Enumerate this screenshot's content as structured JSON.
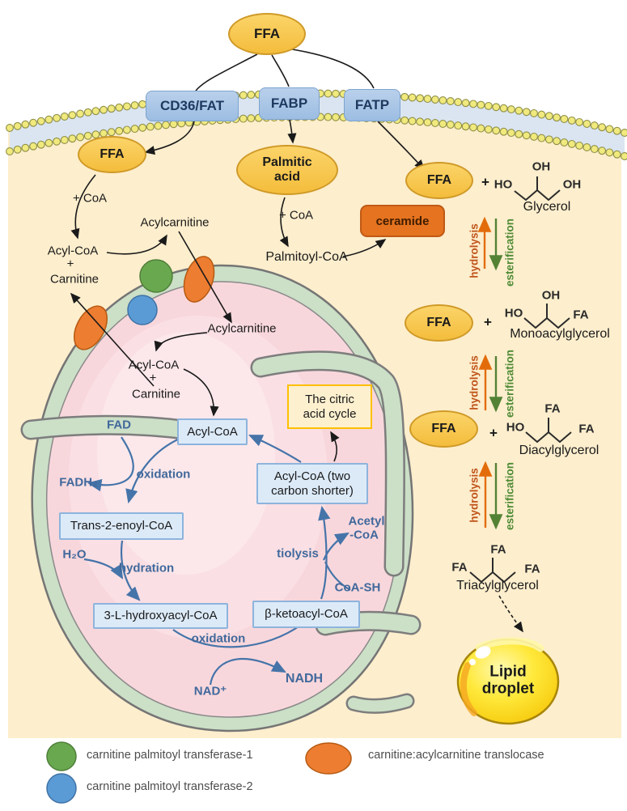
{
  "colors": {
    "background": "#fdeecd",
    "membrane_head": "#f0e97e",
    "membrane_tail": "#dbe5f1",
    "ffa_fill": "#f8c84e",
    "transporter_fill": "#a9c6e8",
    "ceramide_fill": "#e5731f",
    "mito_outer": "#ccdfc7",
    "mito_inner": "#f8d7dc",
    "pathway_blue": "#41699c",
    "hydrolysis_orange": "#c0531a",
    "esterification_green": "#4e8a35",
    "cpt1_green": "#6aa84f",
    "cpt2_blue": "#5b9bd5",
    "translocase_orange": "#ed7d31",
    "droplet_yellow": "#ffe100"
  },
  "extracellular": {
    "ffa": "FFA"
  },
  "transporters": {
    "cd36": "CD36/FAT",
    "fabp": "FABP",
    "fatp": "FATP"
  },
  "left_pathway": {
    "ffa": "FFA",
    "plus_coa": "+ CoA",
    "acylcarnitine": "Acylcarnitine",
    "acyl_coa": "Acyl-CoA",
    "plus": "+",
    "carnitine": "Carnitine"
  },
  "middle_pathway": {
    "palmitic_acid": "Palmitic acid",
    "plus_coa": "+ CoA",
    "palmitoyl_coa": "Palmitoyl-CoA",
    "ceramide": "ceramide"
  },
  "right_pathway": {
    "ffa_1": "FFA",
    "plus_1": "+",
    "glycerol": {
      "top": "OH",
      "left": "HO",
      "right": "OH",
      "label": "Glycerol"
    },
    "hydrolysis": "hydrolysis",
    "esterification": "esterification",
    "ffa_2": "FFA",
    "plus_2": "+",
    "monoacylglycerol": {
      "top": "OH",
      "left": "HO",
      "right": "FA",
      "label": "Monoacylglycerol"
    },
    "ffa_3": "FFA",
    "plus_3": "+",
    "diacylglycerol": {
      "top": "FA",
      "left": "HO",
      "right": "FA",
      "label": "Diacylglycerol"
    },
    "triacylglycerol": {
      "top": "FA",
      "left": "FA",
      "right": "FA",
      "label": "Triacylglycerol"
    },
    "lipid_droplet": "Lipid droplet"
  },
  "mitochondrion": {
    "acylcarnitine": "Acylcarnitine",
    "acyl_coa": "Acyl-CoA",
    "plus": "+",
    "carnitine": "Carnitine",
    "acyl_coa_box": "Acyl-CoA",
    "fad": "FAD",
    "fadh2": "FADH₂",
    "oxidation_1": "oxidation",
    "trans_2_enoyl_coa": "Trans-2-enoyl-CoA",
    "h2o": "H₂O",
    "hydration": "hydration",
    "hydroxyacyl_coa": "3-L-hydroxyacyl-CoA",
    "oxidation_2": "oxidation",
    "nad": "NAD⁺",
    "nadh": "NADH",
    "beta_ketoacyl_coa": "β-ketoacyl-CoA",
    "tiolysis": "tiolysis",
    "coa_sh": "CoA-SH",
    "acetyl_line1": "Acetyl",
    "acetyl_line2": "-CoA",
    "acyl_coa_shorter": "Acyl-CoA (two carbon shorter)",
    "citric_acid_cycle": "The citric acid cycle"
  },
  "legend": {
    "items": [
      {
        "label": "carnitine palmitoyl transferase-1"
      },
      {
        "label": "carnitine palmitoyl transferase-2"
      },
      {
        "label": "carnitine:acylcarnitine translocase"
      }
    ]
  }
}
